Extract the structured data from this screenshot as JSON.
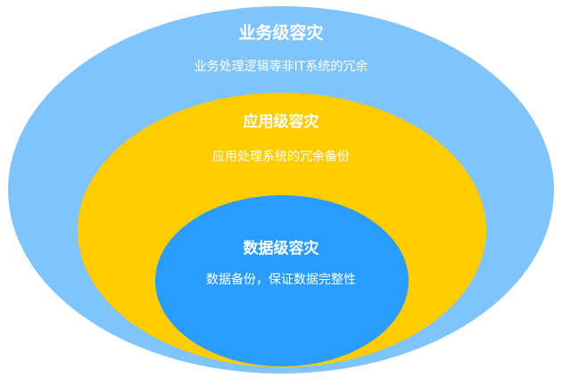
{
  "colors": {
    "business": "#7FC4FB",
    "application": "#FFCC00",
    "data": "#2A9CFB",
    "text": "#FFFFFF"
  },
  "levels": [
    {
      "title": "业务级容灾",
      "description": "业务处理逻辑等非IT系统的冗余"
    },
    {
      "title": "应用级容灾",
      "description": "应用处理系统的冗余备份"
    },
    {
      "title": "数据级容灾",
      "description": "数据备份，保证数据完整性"
    }
  ]
}
